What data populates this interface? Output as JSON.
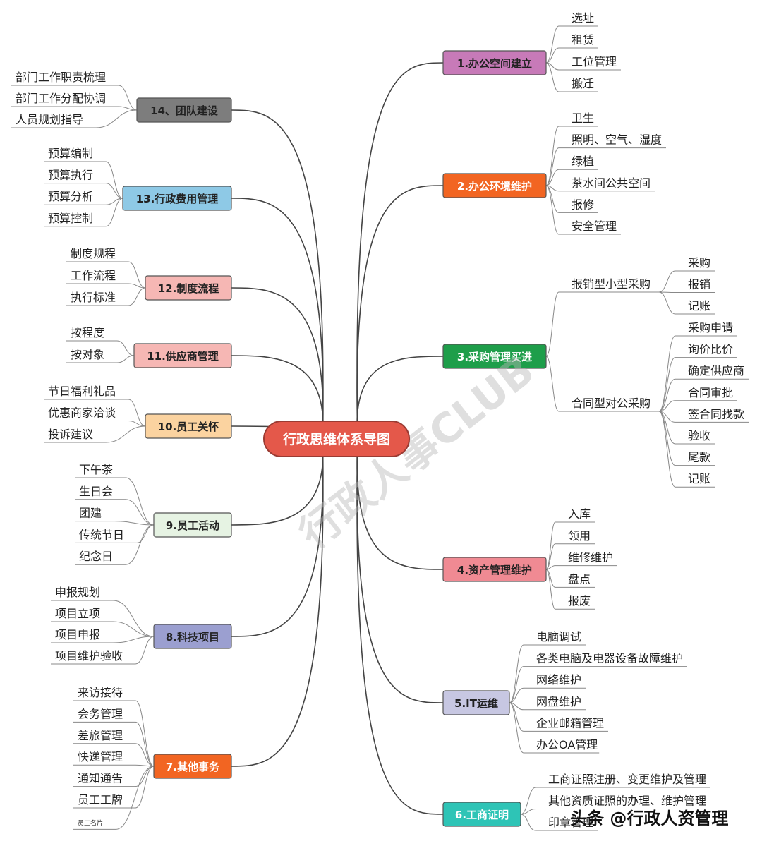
{
  "center": {
    "label": "行政思维体系导图",
    "color": "#e4584a"
  },
  "branches": [
    {
      "label": "1.办公空间建立",
      "color": "#c77ab8",
      "children": [
        "选址",
        "租赁",
        "工位管理",
        "搬迁"
      ]
    },
    {
      "label": "2.办公环境维护",
      "color": "#f26522",
      "children": [
        "卫生",
        "照明、空气、湿度",
        "绿植",
        "茶水间公共空间",
        "报修",
        "安全管理"
      ]
    },
    {
      "label": "3.采购管理买进",
      "color": "#1e9e4a",
      "groups": [
        {
          "label": "报销型小型采购",
          "children": [
            "采购",
            "报销",
            "记账"
          ]
        },
        {
          "label": "合同型对公采购",
          "children": [
            "采购申请",
            "询价比价",
            "确定供应商",
            "合同审批",
            "签合同找款",
            "验收",
            "尾款",
            "记账"
          ]
        }
      ]
    },
    {
      "label": "4.资产管理维护",
      "color": "#f08a93",
      "children": [
        "入库",
        "领用",
        "维修维护",
        "盘点",
        "报废"
      ]
    },
    {
      "label": "5.IT运维",
      "color": "#c7c7e2",
      "children": [
        "电脑调试",
        "各类电脑及电器设备故障维护",
        "网络维护",
        "网盘维护",
        "企业邮箱管理",
        "办公OA管理"
      ]
    },
    {
      "label": "6.工商证明",
      "color": "#2ec4b6",
      "children": [
        "工商证照注册、变更维护及管理",
        "其他资质证照的办理、维护管理",
        "印章管理"
      ]
    },
    {
      "label": "7.其他事务",
      "color": "#f26522",
      "children": [
        "来访接待",
        "会务管理",
        "差旅管理",
        "快递管理",
        "通知通告",
        "员工工牌",
        "员工名片"
      ]
    },
    {
      "label": "8.科技项目",
      "color": "#9b9fd0",
      "children": [
        "申报规划",
        "项目立项",
        "项目申报",
        "项目维护验收"
      ]
    },
    {
      "label": "9.员工活动",
      "color": "#e6f3e3",
      "children": [
        "下午茶",
        "生日会",
        "团建",
        "传统节日",
        "纪念日"
      ]
    },
    {
      "label": "10.员工关怀",
      "color": "#fbd3a0",
      "children": [
        "节日福利礼品",
        "优惠商家洽谈",
        "投诉建议"
      ]
    },
    {
      "label": "11.供应商管理",
      "color": "#f6b7b4",
      "children": [
        "按程度",
        "按对象"
      ]
    },
    {
      "label": "12.制度流程",
      "color": "#f6b7b4",
      "children": [
        "制度规程",
        "工作流程",
        "执行标准"
      ]
    },
    {
      "label": "13.行政费用管理",
      "color": "#8ec9e6",
      "children": [
        "预算编制",
        "预算执行",
        "预算分析",
        "预算控制"
      ]
    },
    {
      "label": "14、团队建设",
      "color": "#7d7d7d",
      "children": [
        "部门工作职责梳理",
        "部门工作分配协调",
        "人员规划指导"
      ]
    }
  ],
  "watermark": "行政人事CLUB",
  "credit": "头条 @行政人资管理"
}
